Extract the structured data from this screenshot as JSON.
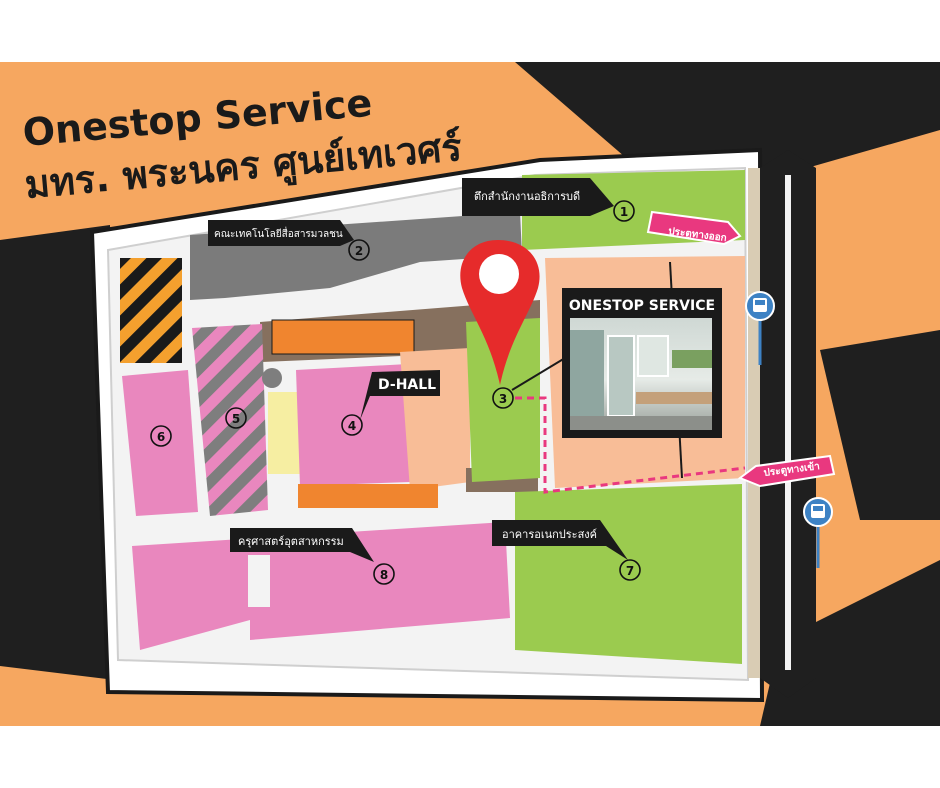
{
  "title": {
    "line1": "Onestop Service",
    "line2": "มทร. พระนคร ศูนย์เทเวศร์"
  },
  "buildings": [
    {
      "number": "1",
      "label": "ตึกสำนักงานอธิการบดี"
    },
    {
      "number": "2",
      "label": "คณะเทคโนโลยีสื่อสารมวลชน"
    },
    {
      "number": "3",
      "label": ""
    },
    {
      "number": "4",
      "label": "D-HALL"
    },
    {
      "number": "5",
      "label": ""
    },
    {
      "number": "6",
      "label": ""
    },
    {
      "number": "7",
      "label": "อาคารอเนกประสงค์"
    },
    {
      "number": "8",
      "label": "ครุศาสตร์อุตสาหกรรม"
    }
  ],
  "gates": {
    "exit": "ประตูทางออก",
    "entrance": "ประตูทางเข้า"
  },
  "onestop_banner": "ONESTOP SERVICE",
  "colors": {
    "orange_bg": "#f6a760",
    "black_bg": "#1f1f1f",
    "green": "#9bcb4f",
    "pink": "#e987be",
    "peach": "#f8bd97",
    "gray": "#7b7b7b",
    "brown": "#86705e",
    "orange_block": "#f0852f",
    "yellow": "#f6eea2",
    "marker_red": "#e62b2b",
    "gate_pink": "#e9387f",
    "bus_blue": "#3d82c4",
    "road": "#202020"
  },
  "icons": [
    "location-pin-icon",
    "bus-stop-icon",
    "arrow-left-icon"
  ]
}
